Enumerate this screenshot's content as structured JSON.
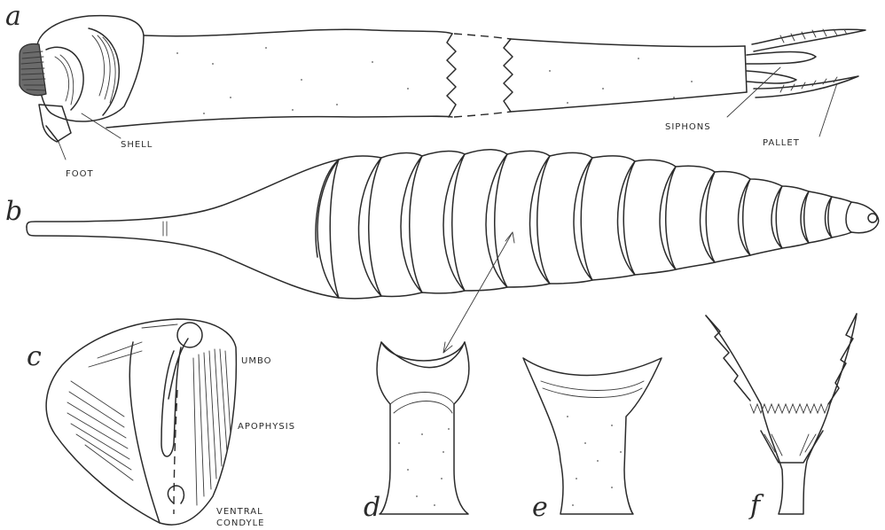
{
  "figure_letters": {
    "a": "a",
    "b": "b",
    "c": "c",
    "d": "d",
    "e": "e",
    "f": "f"
  },
  "labels": {
    "foot": "FOOT",
    "shell": "SHELL",
    "siphons": "SIPHONS",
    "pallet": "PALLET",
    "umbo": "UMBO",
    "apophysis": "APOPHYSIS",
    "ventral_1": "VENTRAL",
    "ventral_2": "CONDYLE"
  }
}
